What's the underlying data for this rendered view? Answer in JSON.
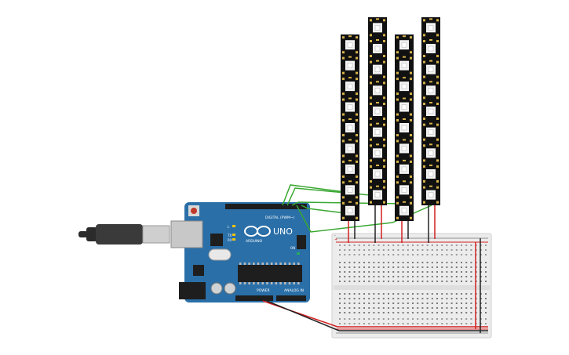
{
  "board": {
    "brand": "ARDUINO",
    "model": "UNO",
    "header_digital": "DIGITAL (PWM~)",
    "header_power": "POWER",
    "header_analog": "ANALOG IN",
    "pin_tx": "TX",
    "pin_rx": "RX",
    "pin_l": "L",
    "pin_on": "ON"
  },
  "breadboard": {
    "rail_plus": "+",
    "rail_minus": "-"
  },
  "led_strips": {
    "count": 4,
    "pixels_per_strip": 9
  },
  "colors": {
    "board_blue": "#2a6fa8",
    "strip_black": "#111111",
    "wire_green": "#3aa832",
    "wire_red": "#d42020",
    "wire_black": "#222222",
    "breadboard_body": "#ececec"
  }
}
